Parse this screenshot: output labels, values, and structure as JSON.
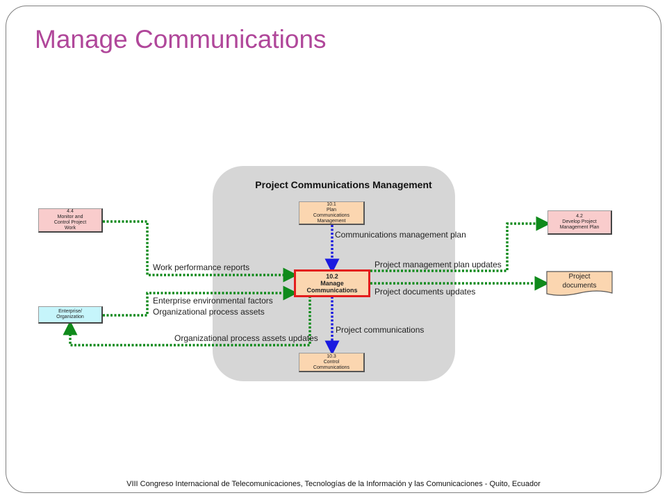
{
  "title": "Manage Communications",
  "group_title": "Project Communications Management",
  "processes": {
    "monitor": {
      "number": "4.4",
      "line1": "Monitor and",
      "line2": "Control Project",
      "line3": "Work"
    },
    "enterprise": {
      "line1": "Enterprise/",
      "line2": "Organization"
    },
    "plan": {
      "number": "10.1",
      "line1": "Plan",
      "line2": "Communications",
      "line3": "Management"
    },
    "manage": {
      "number": "10.2",
      "line1": "Manage",
      "line2": "Communications"
    },
    "control": {
      "number": "10.3",
      "line1": "Control",
      "line2": "Communications"
    },
    "develop": {
      "number": "4.2",
      "line1": "Develop Project",
      "line2": "Management Plan"
    },
    "documents": {
      "line1": "Project",
      "line2": "documents"
    }
  },
  "flows": {
    "comm_mgmt_plan": "Communications management plan",
    "work_perf_reports": "Work performance reports",
    "enterprise_env_factors": "Enterprise environmental factors",
    "org_process_assets": "Organizational process assets",
    "org_process_assets_updates": "Organizational process assets updates",
    "pm_plan_updates": "Project management plan updates",
    "project_docs_updates": "Project documents updates",
    "project_communications": "Project communications"
  },
  "colors": {
    "title": "#b0479a",
    "input_output_arrow": "#0f8a1b",
    "internal_arrow": "#1a1ae0",
    "highlight_border": "#e31d1d"
  },
  "footer": "VIII Congreso Internacional de Telecomunicaciones, Tecnologías de la Información y las Comunicaciones - Quito, Ecuador"
}
